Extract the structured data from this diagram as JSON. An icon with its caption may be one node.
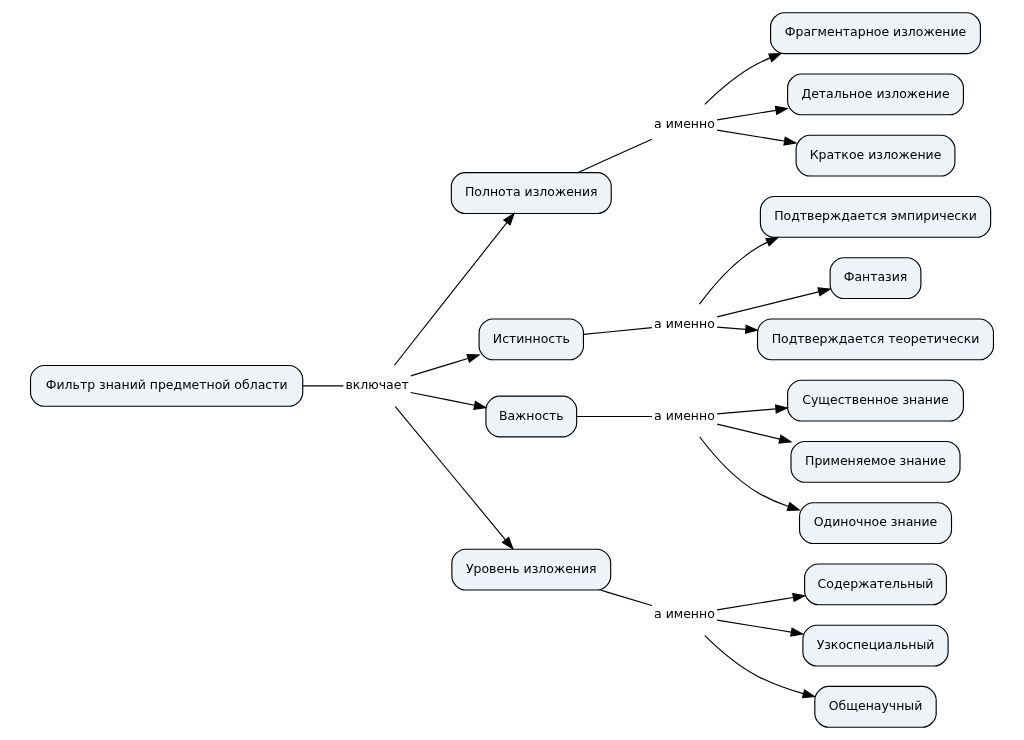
{
  "diagram": {
    "nodes": [
      {
        "text": [
          "Фильтр знаний предметной области"
        ]
      },
      {
        "text": [
          "включает"
        ]
      },
      {
        "text": [
          "Полнота изложения"
        ]
      },
      {
        "text": [
          "а именно"
        ]
      },
      {
        "text": [
          "Фрагментарное изложение"
        ]
      },
      {
        "text": [
          "Детальное изложение"
        ]
      },
      {
        "text": [
          "Краткое изложение"
        ]
      },
      {
        "text": [
          "Истинность"
        ]
      },
      {
        "text": [
          "а именно"
        ]
      },
      {
        "text": [
          "Подтверждается эмпирически"
        ]
      },
      {
        "text": [
          "Фантазия"
        ]
      },
      {
        "text": [
          "Подтверждается теоретически"
        ]
      },
      {
        "text": [
          "Важность"
        ]
      },
      {
        "text": [
          "а именно"
        ]
      },
      {
        "text": [
          "Существенное знание"
        ]
      },
      {
        "text": [
          "Применяемое знание"
        ]
      },
      {
        "text": [
          "Одиночное знание"
        ]
      },
      {
        "text": [
          "Уровень изложения"
        ]
      },
      {
        "text": [
          "а именно"
        ]
      },
      {
        "text": [
          "Содержательный"
        ]
      },
      {
        "text": [
          "Узкоспециальный"
        ]
      },
      {
        "text": [
          "Общенаучный"
        ]
      }
    ],
    "edges": [
      {
        "from": 0,
        "to": 1,
        "arrow": "none"
      },
      {
        "from": 1,
        "to": 2,
        "arrow": "to"
      },
      {
        "from": 1,
        "to": 7,
        "arrow": "to"
      },
      {
        "from": 1,
        "to": 12,
        "arrow": "to"
      },
      {
        "from": 1,
        "to": 17,
        "arrow": "to"
      },
      {
        "from": 2,
        "to": 3,
        "arrow": "none"
      },
      {
        "from": 3,
        "to": 4,
        "arrow": "to"
      },
      {
        "from": 3,
        "to": 5,
        "arrow": "to"
      },
      {
        "from": 3,
        "to": 6,
        "arrow": "to"
      },
      {
        "from": 7,
        "to": 8,
        "arrow": "none"
      },
      {
        "from": 8,
        "to": 9,
        "arrow": "to"
      },
      {
        "from": 8,
        "to": 10,
        "arrow": "to"
      },
      {
        "from": 8,
        "to": 11,
        "arrow": "to"
      },
      {
        "from": 12,
        "to": 13,
        "arrow": "none"
      },
      {
        "from": 13,
        "to": 14,
        "arrow": "to"
      },
      {
        "from": 13,
        "to": 15,
        "arrow": "to"
      },
      {
        "from": 13,
        "to": 16,
        "arrow": "to"
      },
      {
        "from": 17,
        "to": 18,
        "arrow": "none"
      },
      {
        "from": 18,
        "to": 19,
        "arrow": "to"
      },
      {
        "from": 18,
        "to": 20,
        "arrow": "to"
      },
      {
        "from": 18,
        "to": 21,
        "arrow": "to"
      }
    ]
  }
}
